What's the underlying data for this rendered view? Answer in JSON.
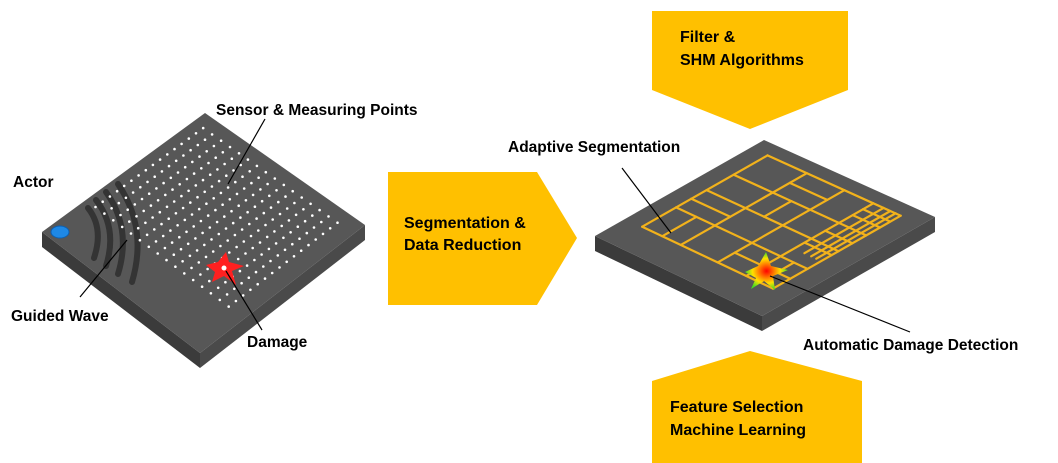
{
  "labels": {
    "actor": "Actor",
    "guided_wave": "Guided Wave",
    "sensor_points": "Sensor & Measuring Points",
    "damage": "Damage",
    "adaptive_segmentation": "Adaptive Segmentation",
    "automatic_damage_detection": "Automatic Damage Detection"
  },
  "blocks": {
    "segmentation": {
      "line1": "Segmentation &",
      "line2": "Data Reduction"
    },
    "filter": {
      "line1": "Filter &",
      "line2": "SHM Algorithms"
    },
    "feature": {
      "line1": "Feature Selection",
      "line2": "Machine Learning"
    }
  },
  "colors": {
    "arrow_fill": "#FFC000",
    "plate_top": "#555555",
    "plate_side": "#3d3d3d",
    "grid_lines": "#F2B21B",
    "actor": "#1E88E5",
    "damage": "#FF2020",
    "hotspot": [
      "#FF0000",
      "#FFA000",
      "#FFFF00",
      "#44DD22"
    ]
  }
}
